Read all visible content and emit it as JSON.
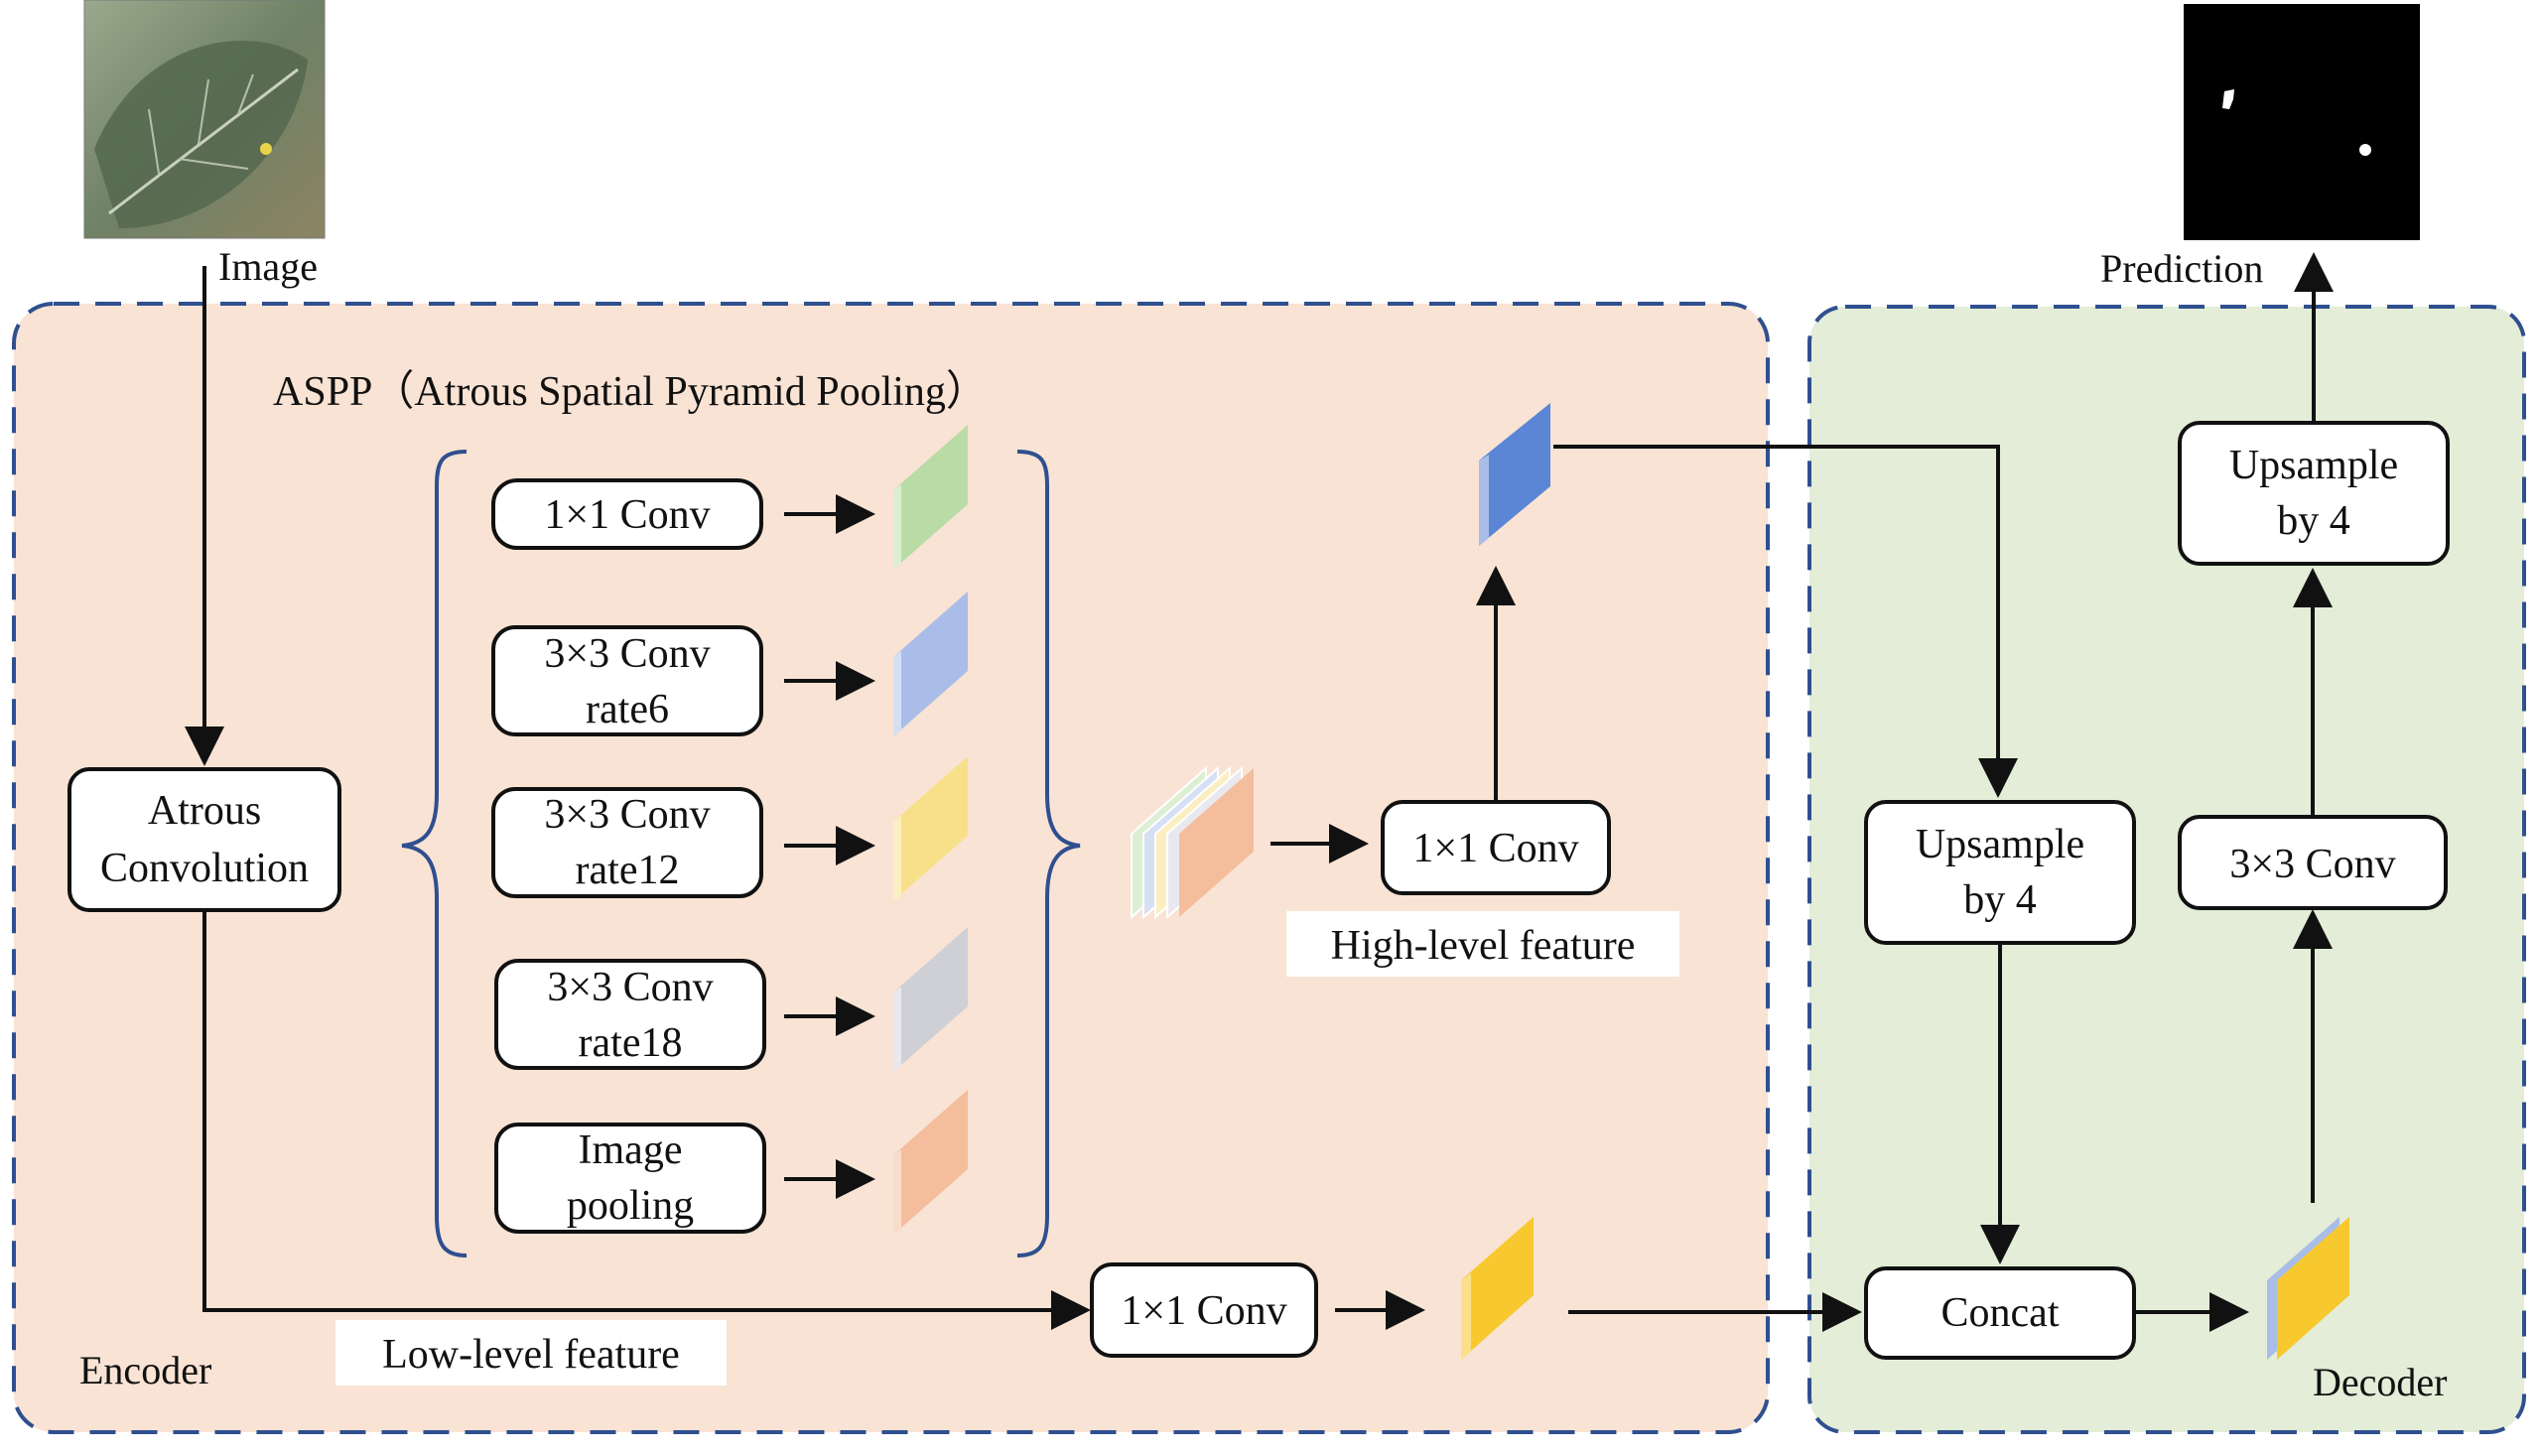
{
  "image_caption": "Image",
  "prediction_caption": "Prediction",
  "aspp_title": "ASPP（Atrous Spatial Pyramid Pooling）",
  "encoder_label": "Encoder",
  "decoder_label": "Decoder",
  "atrous": {
    "line1": "Atrous",
    "line2": "Convolution"
  },
  "branches": [
    {
      "line1": "1×1 Conv",
      "line2": ""
    },
    {
      "line1": "3×3 Conv",
      "line2": "rate6"
    },
    {
      "line1": "3×3 Conv",
      "line2": "rate12"
    },
    {
      "line1": "3×3 Conv",
      "line2": "rate18"
    },
    {
      "line1": "Image",
      "line2": "pooling"
    }
  ],
  "conv_high": "1×1 Conv",
  "high_level_label": "High-level feature",
  "conv_low": "1×1 Conv",
  "low_level_label": "Low-level feature",
  "upsample_1": {
    "line1": "Upsample",
    "line2": "by 4"
  },
  "concat": "Concat",
  "conv_3x3": "3×3 Conv",
  "upsample_2": {
    "line1": "Upsample",
    "line2": "by 4"
  },
  "colors": {
    "encoder_bg": "#f9e3d4",
    "decoder_bg": "#e3edd7",
    "dash_border": "#2f4f8f",
    "feat_green": "#b9dca6",
    "feat_blue": "#a9bde8",
    "feat_yellow": "#f8e08a",
    "feat_gray": "#cfcfd6",
    "feat_orange": "#f4bd9c",
    "feat_highblue": "#5b86d6",
    "feat_lowyellow": "#f8c92e"
  }
}
